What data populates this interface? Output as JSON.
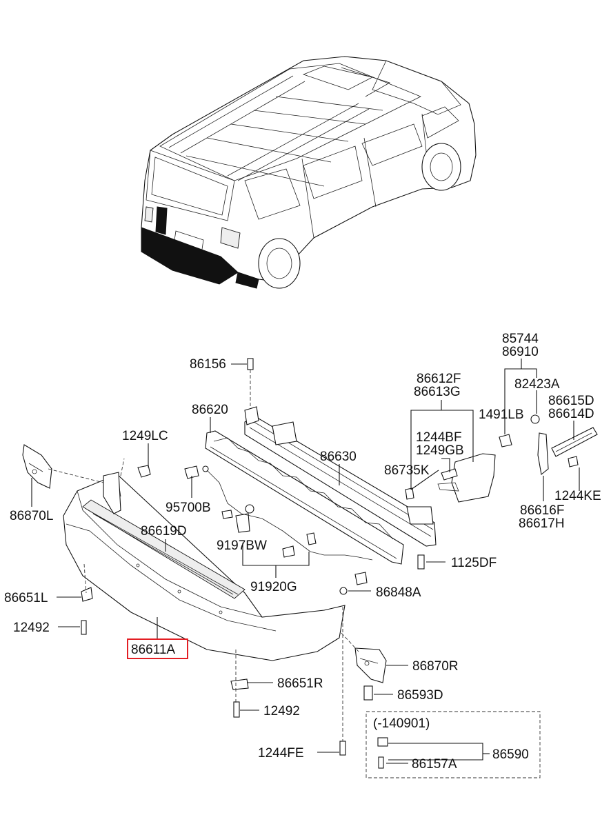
{
  "highlight_color": "#e31e24",
  "labels": {
    "p85744": "85744",
    "p86910": "86910",
    "p82423A": "82423A",
    "p86156": "86156",
    "p86612F": "86612F",
    "p86613G": "86613G",
    "p86615D": "86615D",
    "p86614D": "86614D",
    "p86620": "86620",
    "p1491LB": "1491LB",
    "p1249LC": "1249LC",
    "p1244BF": "1244BF",
    "p1249GB": "1249GB",
    "p86630": "86630",
    "p86735K": "86735K",
    "p1244KE": "1244KE",
    "p86870L": "86870L",
    "p95700B": "95700B",
    "p86616F": "86616F",
    "p86617H": "86617H",
    "p86619D": "86619D",
    "p9197BW": "9197BW",
    "p1125DF": "1125DF",
    "p86651L": "86651L",
    "p91920G": "91920G",
    "p86848A": "86848A",
    "p12492a": "12492",
    "p86611A": "86611A",
    "p86870R": "86870R",
    "p86651R": "86651R",
    "p86593D": "86593D",
    "p12492b": "12492",
    "p140901": "(-140901)",
    "p1244FE": "1244FE",
    "p86590": "86590",
    "p86157A": "86157A"
  }
}
